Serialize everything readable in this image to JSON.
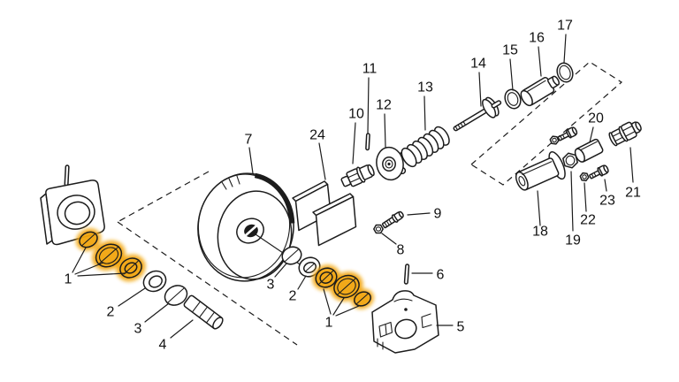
{
  "diagram": {
    "type": "exploded-parts-diagram",
    "background_color": "#ffffff",
    "line_color": "#1c1c1c",
    "highlight_color": "#f2a50c",
    "highlighted_callout": "1"
  },
  "callouts": [
    {
      "id": "1-left",
      "text": "1"
    },
    {
      "id": "2-left",
      "text": "2"
    },
    {
      "id": "3-left",
      "text": "3"
    },
    {
      "id": "4",
      "text": "4"
    },
    {
      "id": "7",
      "text": "7"
    },
    {
      "id": "24",
      "text": "24"
    },
    {
      "id": "3-right",
      "text": "3"
    },
    {
      "id": "2-right",
      "text": "2"
    },
    {
      "id": "1-right",
      "text": "1"
    },
    {
      "id": "5",
      "text": "5"
    },
    {
      "id": "6",
      "text": "6"
    },
    {
      "id": "8",
      "text": "8"
    },
    {
      "id": "9",
      "text": "9"
    },
    {
      "id": "10",
      "text": "10"
    },
    {
      "id": "11",
      "text": "11"
    },
    {
      "id": "12",
      "text": "12"
    },
    {
      "id": "13",
      "text": "13"
    },
    {
      "id": "14",
      "text": "14"
    },
    {
      "id": "15",
      "text": "15"
    },
    {
      "id": "16",
      "text": "16"
    },
    {
      "id": "17",
      "text": "17"
    },
    {
      "id": "18",
      "text": "18"
    },
    {
      "id": "19",
      "text": "19"
    },
    {
      "id": "20",
      "text": "20"
    },
    {
      "id": "21",
      "text": "21"
    },
    {
      "id": "22",
      "text": "22"
    },
    {
      "id": "23",
      "text": "23"
    }
  ]
}
